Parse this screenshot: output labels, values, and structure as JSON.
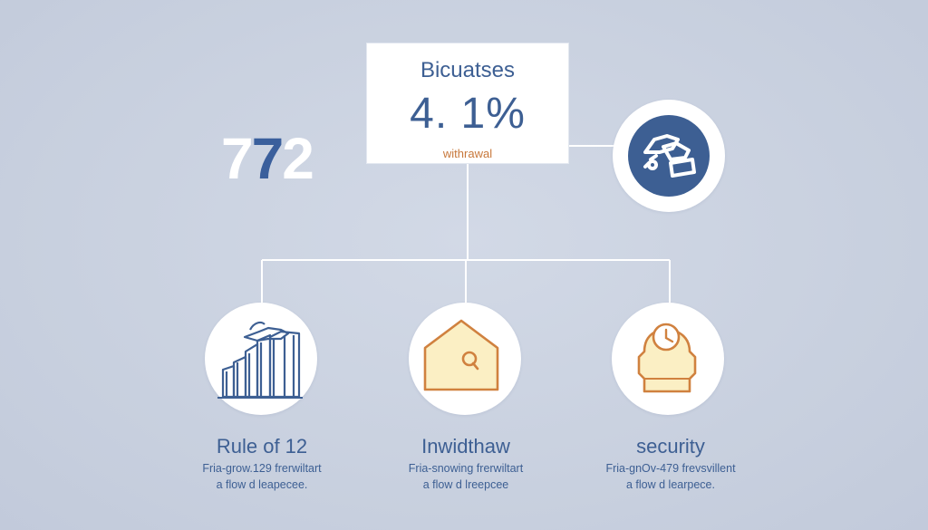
{
  "big_number": {
    "digit_1": "7",
    "digit_2": "7",
    "digit_3": "2"
  },
  "main_card": {
    "title": "Bicuatses",
    "value": "4. 1%",
    "caption": "withrawal"
  },
  "cards": [
    {
      "label": "Rule of 12",
      "desc_line1": "Fria-grow.129 frerwiltart",
      "desc_line2": "a flow d leapecee.",
      "icon": "bar-chart-icon"
    },
    {
      "label": "Inwidthaw",
      "desc_line1": "Fria-snowing frerwiltart",
      "desc_line2": "a flow d lreepcee",
      "icon": "house-icon"
    },
    {
      "label": "security",
      "desc_line1": "Fria-gnOv-479 frevsvillent",
      "desc_line2": "a flow d learpece.",
      "icon": "clock-lock-icon"
    }
  ],
  "side_icon": "car-icon",
  "colors": {
    "background": "#c9d1e0",
    "primary_blue": "#3d5f93",
    "accent_orange": "#d0813f",
    "icon_fill": "#fbefc4",
    "card": "#ffffff"
  }
}
